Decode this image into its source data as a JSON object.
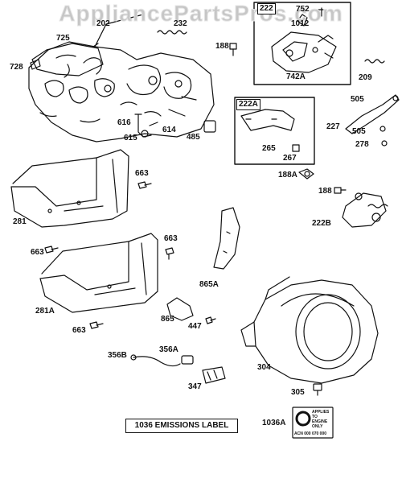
{
  "watermark": "AppliancePartsPros.com",
  "labels": {
    "p222": "222",
    "p752": "752",
    "p1012": "1012",
    "p742a": "742A",
    "p209": "209",
    "p202": "202",
    "p232": "232",
    "p725": "725",
    "p728": "728",
    "p188a": "188",
    "p616": "616",
    "p614": "614",
    "p615": "615",
    "p485": "485",
    "p222a": "222A",
    "p265": "265",
    "p267": "267",
    "p188a2": "188A",
    "p505a": "505",
    "p227": "227",
    "p505b": "505",
    "p278": "278",
    "p188b": "188",
    "p222b": "222B",
    "p663a": "663",
    "p281": "281",
    "p663b": "663",
    "p663c": "663",
    "p865a": "865A",
    "p281a": "281A",
    "p663d": "663",
    "p865": "865",
    "p447": "447",
    "p356b": "356B",
    "p356a": "356A",
    "p347": "347",
    "p304": "304",
    "p305": "305",
    "p1036a": "1036A"
  },
  "emissions_label": "1036 EMISSIONS LABEL",
  "sticker": {
    "line1": "APPLIES",
    "line2": "TO",
    "line3": "ENGINE",
    "line4": "ONLY",
    "code": "ACN 000 070 000"
  }
}
